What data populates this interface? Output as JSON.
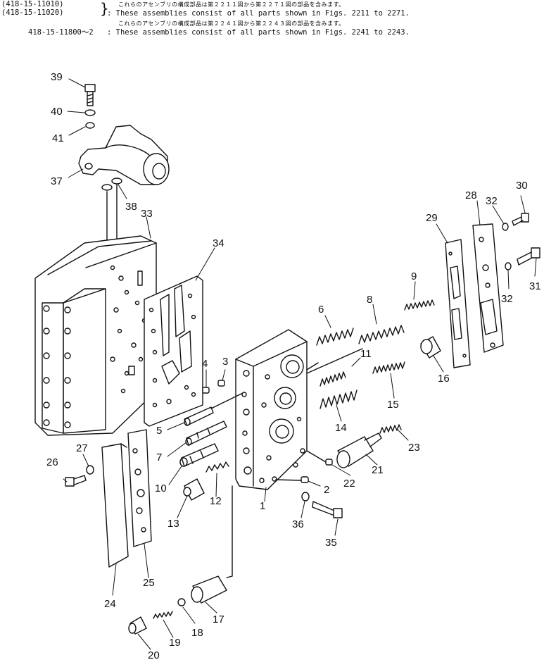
{
  "header": {
    "line1_code": "(418-15-11010)",
    "line1_jp": "これらのアセンブリの構成部品は第２２１１図から第２２７１図の部品を含みます。",
    "line2_code": "(418-15-11020)",
    "line2_en": ": These assemblies consist of all parts shown in Figs. 2211 to 2271.",
    "line3_jp": "これらのアセンブリの構成部品は第２２４１図から第２２４３図の部品を含みます。",
    "line3_code": "418-15-11800～2",
    "line3_en": ": These assemblies consist of all parts shown in Figs. 2241 to 2243."
  },
  "callouts": [
    "39",
    "40",
    "41",
    "37",
    "38",
    "33",
    "34",
    "4",
    "3",
    "5",
    "7",
    "10",
    "13",
    "12",
    "1",
    "2",
    "36",
    "35",
    "6",
    "8",
    "9",
    "11",
    "14",
    "15",
    "16",
    "21",
    "22",
    "23",
    "29",
    "28",
    "32",
    "30",
    "31",
    "32",
    "26",
    "27",
    "24",
    "25",
    "17",
    "18",
    "19",
    "20"
  ]
}
